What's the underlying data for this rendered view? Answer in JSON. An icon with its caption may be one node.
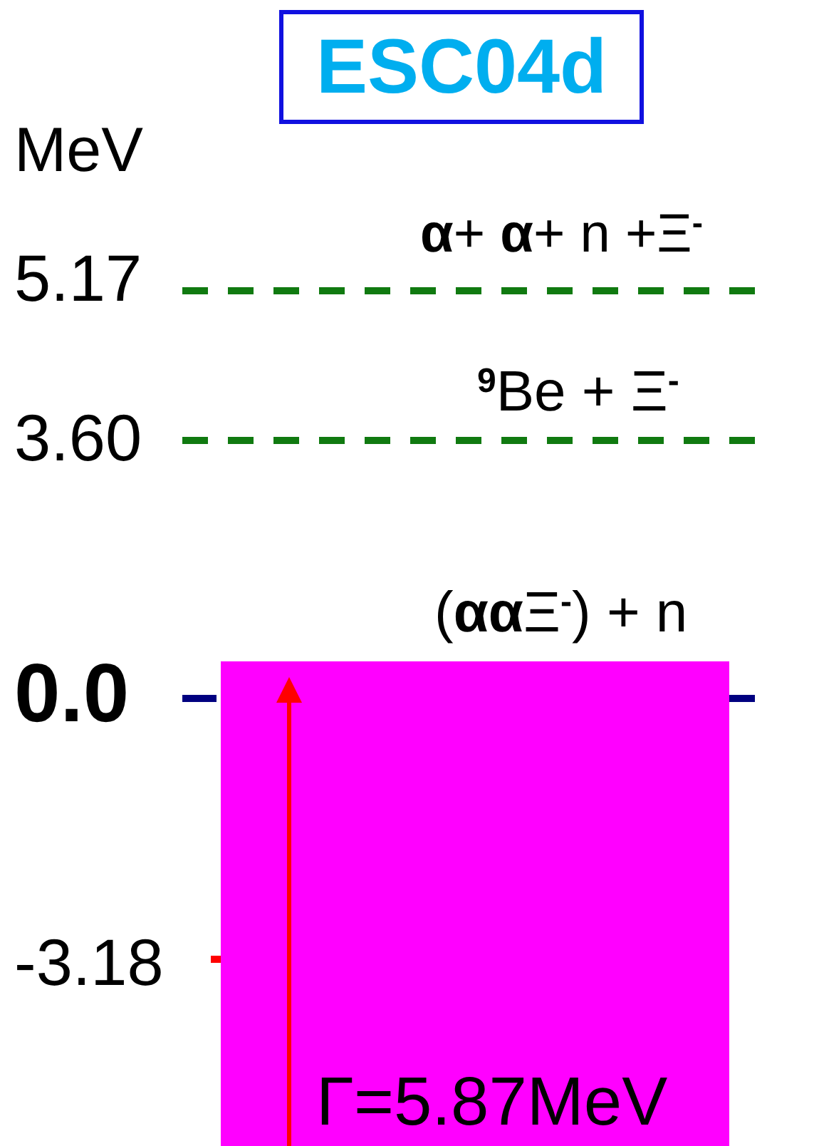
{
  "diagram": {
    "title": "ESC04d",
    "labels": [
      "MeV",
      "**α**+ **α**+ n +Ξ$^{-}$",
      "5.17",
      "$^{9}$Be + Ξ$^{-}$",
      "3.60",
      "(**αα**Ξ$^{-}$) + n",
      "0.0",
      "-3.18",
      "Γ=5.87MeV"
    ]
  }
}
